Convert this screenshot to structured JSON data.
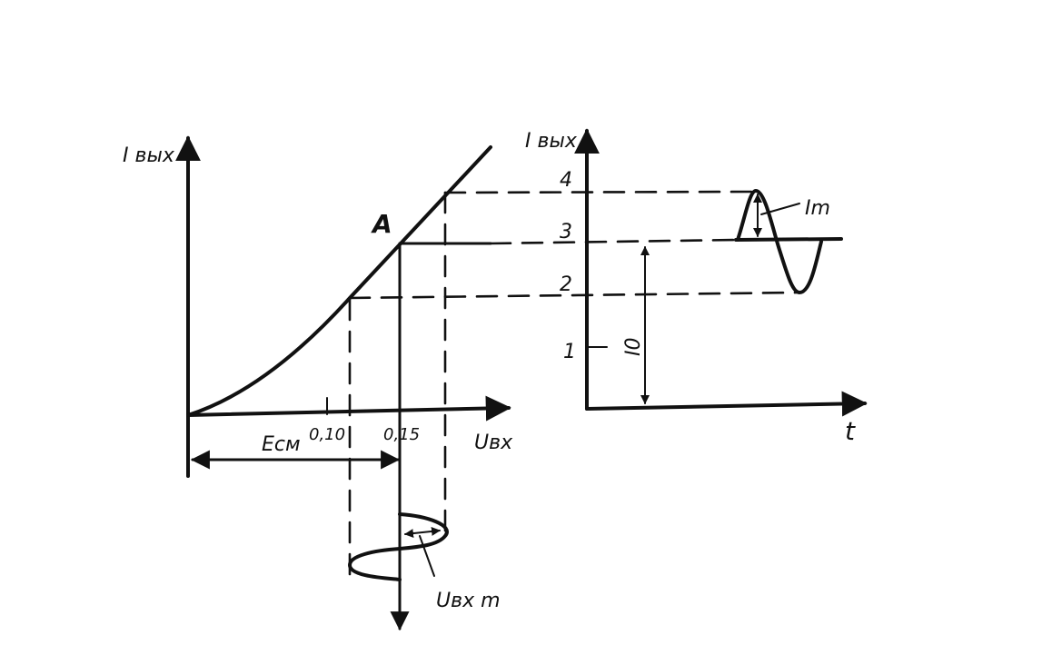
{
  "left_graph": {
    "y_axis_label": "I вых",
    "x_axis_label": "Uвх",
    "point_label": "A",
    "tick_labels": [
      "0,10",
      "0,15"
    ],
    "bias_label": "Eсм",
    "input_amplitude_label": "Uвх m"
  },
  "right_graph": {
    "y_axis_label": "I вых",
    "x_axis_label": "t",
    "level_labels": [
      "4",
      "3",
      "2",
      "1"
    ],
    "quiescent_label": "I0",
    "amplitude_label": "Im"
  },
  "colors": {
    "ink": "#111111",
    "background": "#ffffff"
  }
}
